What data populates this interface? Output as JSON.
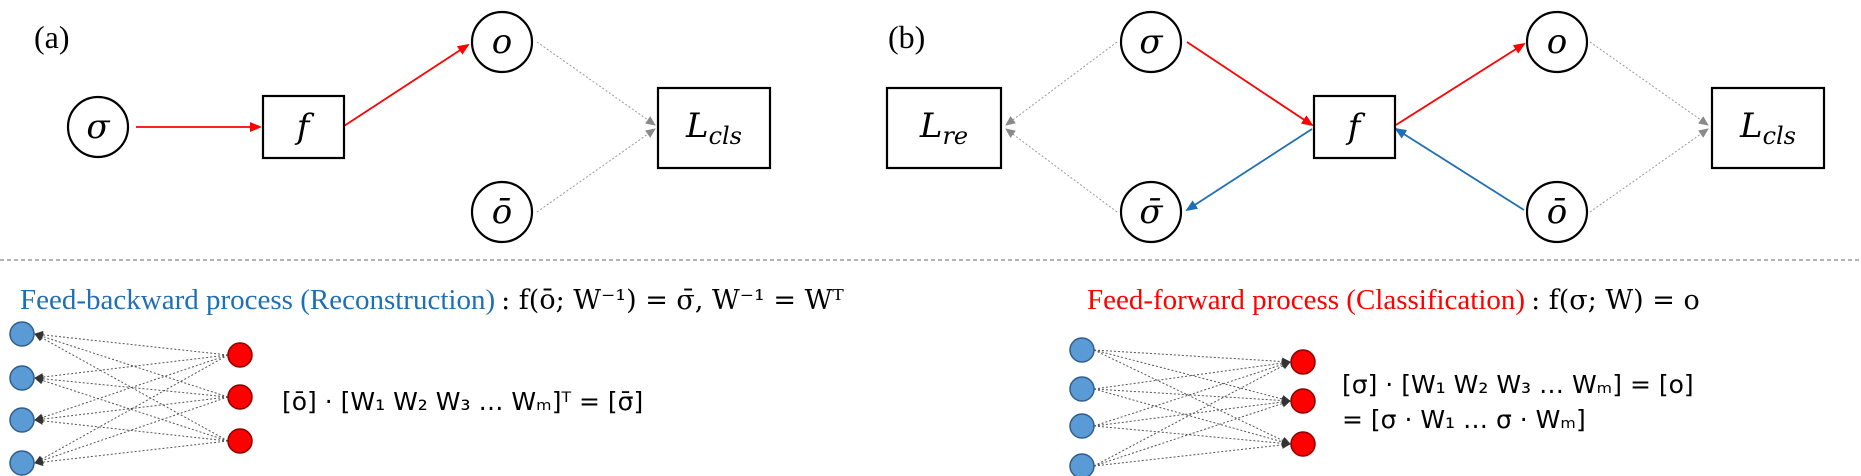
{
  "panel_a": {
    "label": "(a)",
    "nodes": {
      "sigma": "σ",
      "f": "f",
      "o": "o",
      "o_bar": "ō",
      "l_cls_main": "L",
      "l_cls_sub": "cls"
    }
  },
  "panel_b": {
    "label": "(b)",
    "nodes": {
      "sigma": "σ",
      "sigma_bar": "σ̄",
      "f": "f",
      "o": "o",
      "o_bar": "ō",
      "l_re_main": "L",
      "l_re_sub": "re",
      "l_cls_main": "L",
      "l_cls_sub": "cls"
    }
  },
  "feed_backward": {
    "title": "Feed-backward process (Reconstruction)",
    "formula": ": f(ō; W⁻¹) = σ̄,  W⁻¹ = Wᵀ",
    "matrix_eq": "[ō] · [W₁    W₂    W₃     …     Wₘ]ᵀ = [σ̄]"
  },
  "feed_forward": {
    "title": "Feed-forward process (Classification)",
    "formula": ": f(σ; W) = o",
    "matrix_eq_1": "[σ] · [W₁    W₂    W₃     …     Wₘ] = [o]",
    "matrix_eq_2": "=  [σ · W₁     …     σ · Wₘ]"
  },
  "colors": {
    "forward": "#ff0000",
    "backward": "#1f6fb5",
    "loss": "#9a9a9a",
    "blue_neuron": "#5b9bd5",
    "red_neuron": "#ff0000"
  }
}
